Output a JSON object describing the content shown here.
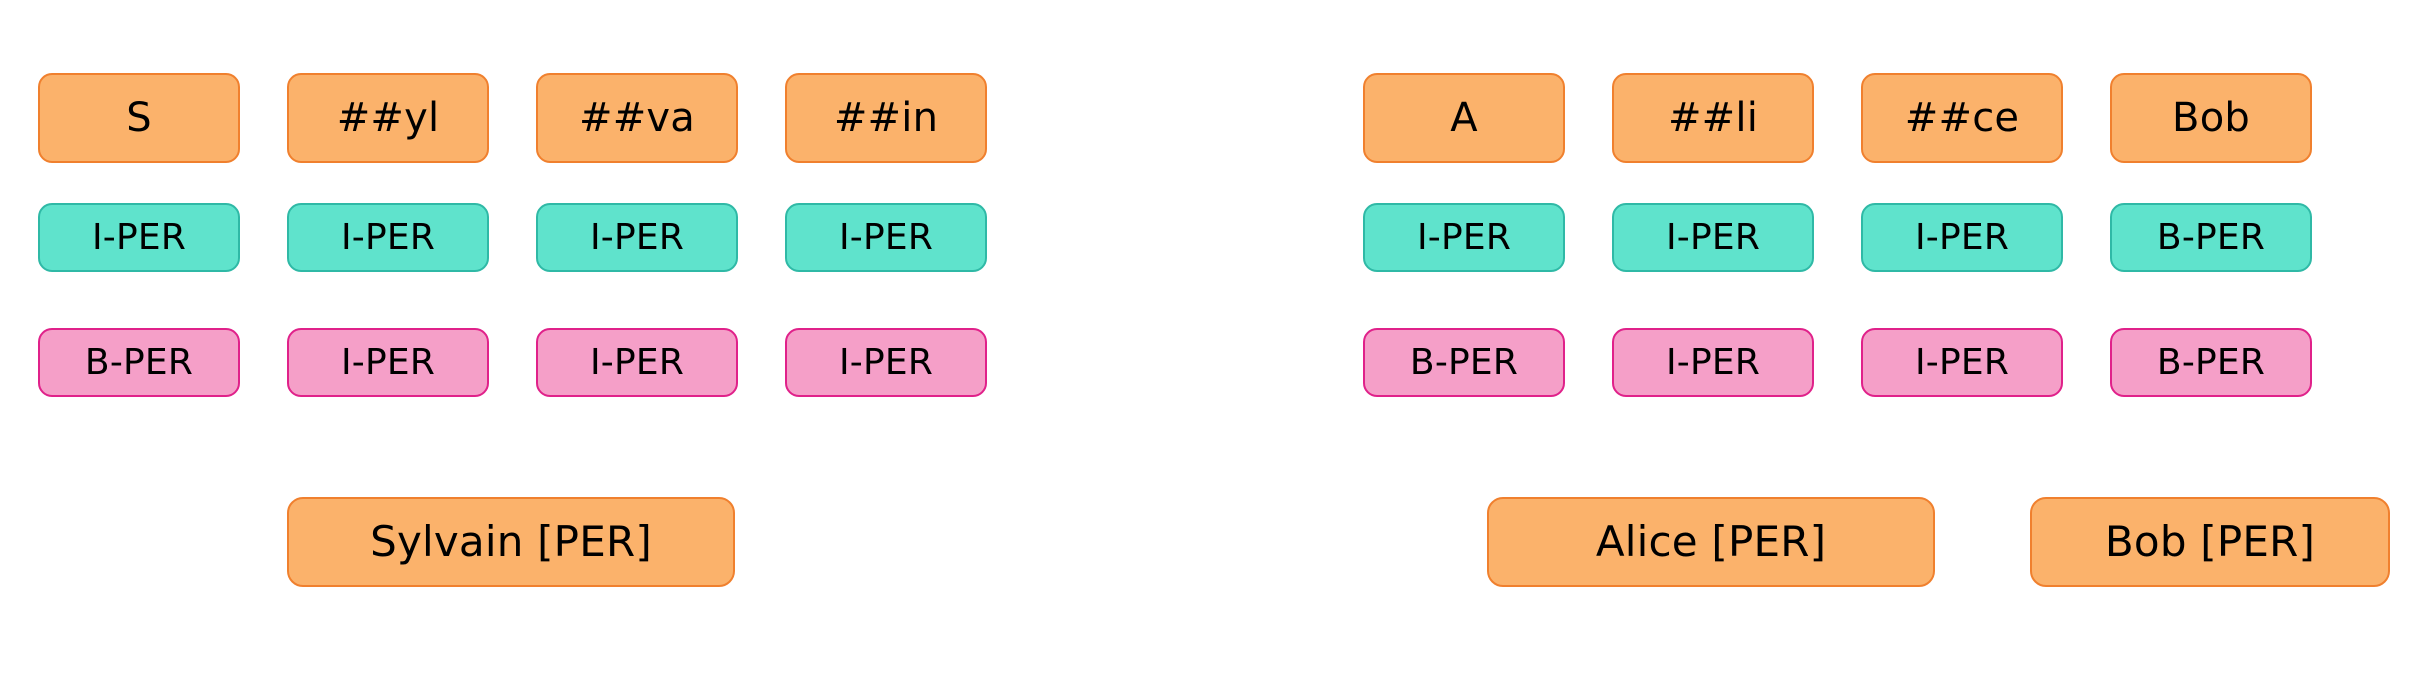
{
  "figure": {
    "type": "ner-token-tagging-diagram",
    "background_color": "#FFFFFF",
    "legend_colors": {
      "token_fill": "#FBB26B",
      "token_border": "#F0802E",
      "gold_label_fill": "#5FE3CC",
      "gold_label_border": "#2FB9A6",
      "predicted_label_fill": "#F59FC8",
      "predicted_label_border": "#E0218A"
    }
  },
  "groups": [
    {
      "id": "left-example",
      "tokens": [
        "S",
        "##yl",
        "##va",
        "##in"
      ],
      "gold_labels": [
        "I-PER",
        "I-PER",
        "I-PER",
        "I-PER"
      ],
      "predicted_labels": [
        "B-PER",
        "I-PER",
        "I-PER",
        "I-PER"
      ],
      "entities": [
        "Sylvain [PER]"
      ]
    },
    {
      "id": "right-example",
      "tokens": [
        "A",
        "##li",
        "##ce",
        "Bob"
      ],
      "gold_labels": [
        "I-PER",
        "I-PER",
        "I-PER",
        "B-PER"
      ],
      "predicted_labels": [
        "B-PER",
        "I-PER",
        "I-PER",
        "B-PER"
      ],
      "entities": [
        "Alice [PER]",
        "Bob [PER]"
      ]
    }
  ]
}
